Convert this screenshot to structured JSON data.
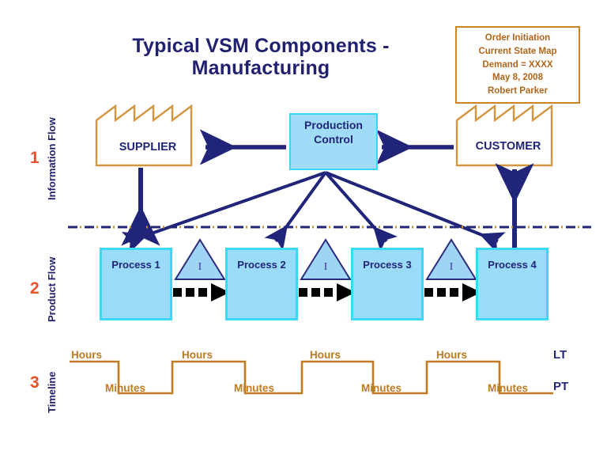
{
  "title": "Typical VSM Components - Manufacturing",
  "title_line1": "Typical VSM Components -",
  "title_line2": "Manufacturing",
  "colors": {
    "navy": "#21257A",
    "orange_border": "#CC8427",
    "orange_text": "#B2651A",
    "number_red": "#E8502A",
    "process_fill": "#9ADBF9",
    "process_border": "#3ED8F7",
    "timeline": "#C07A20",
    "background": "#FFFFFF"
  },
  "info_box": {
    "lines": [
      "Order Initiation",
      "Current State Map",
      "Demand = XXXX",
      "May 8, 2008",
      "Robert Parker"
    ]
  },
  "sections": [
    {
      "number": "1",
      "label": "Information Flow"
    },
    {
      "number": "2",
      "label": "Product Flow"
    },
    {
      "number": "3",
      "label": "Timeline"
    }
  ],
  "entities": {
    "supplier": {
      "label": "SUPPLIER",
      "icon": "factory-icon"
    },
    "customer": {
      "label": "CUSTOMER",
      "icon": "factory-icon"
    },
    "production_control": {
      "label_line1": "Production",
      "label_line2": "Control"
    }
  },
  "processes": [
    {
      "label": "Process 1"
    },
    {
      "label": "Process 2"
    },
    {
      "label": "Process 3"
    },
    {
      "label": "Process 4"
    }
  ],
  "inventory": [
    {
      "label": "I"
    },
    {
      "label": "I"
    },
    {
      "label": "I"
    }
  ],
  "timeline": {
    "hours_label": "Hours",
    "minutes_label": "Minutes",
    "hours": [
      "Hours",
      "Hours",
      "Hours",
      "Hours"
    ],
    "minutes": [
      "Minutes",
      "Minutes",
      "Minutes",
      "Minutes"
    ],
    "legend": {
      "lead_time": "LT",
      "process_time": "PT"
    }
  }
}
